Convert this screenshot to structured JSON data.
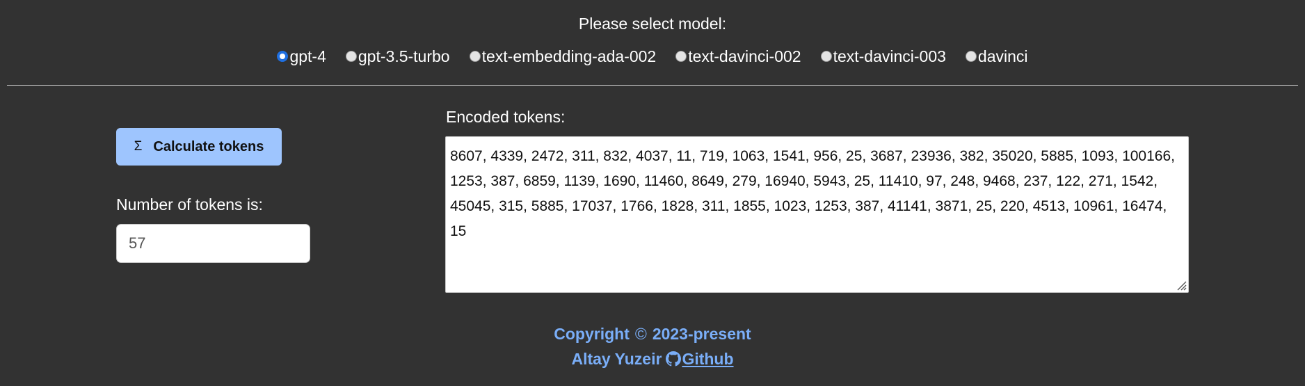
{
  "model_selector": {
    "heading": "Please select model:",
    "options": [
      {
        "label": "gpt-4",
        "selected": true
      },
      {
        "label": "gpt-3.5-turbo",
        "selected": false
      },
      {
        "label": "text-embedding-ada-002",
        "selected": false
      },
      {
        "label": "text-davinci-002",
        "selected": false
      },
      {
        "label": "text-davinci-003",
        "selected": false
      },
      {
        "label": "davinci",
        "selected": false
      }
    ]
  },
  "controls": {
    "calculate_button": {
      "icon": "Σ",
      "label": "Calculate tokens"
    },
    "count_label": "Number of tokens is:",
    "count_value": "57"
  },
  "tokens": {
    "label": "Encoded tokens:",
    "value": "8607, 4339, 2472, 311, 832, 4037, 11, 719, 1063, 1541, 956, 25, 3687, 23936, 382, 35020, 5885, 1093, 100166, 1253, 387, 6859, 1139, 1690, 11460, 8649, 279, 16940, 5943, 25, 11410, 97, 248, 9468, 237, 122, 271, 1542, 45045, 315, 5885, 17037, 1766, 1828, 311, 1855, 1023, 1253, 387, 41141, 3871, 25, 220, 4513, 10961, 16474, 15"
  },
  "footer": {
    "copyright_prefix": "Copyright",
    "copyright_symbol": "©",
    "copyright_years": "2023-present",
    "author": "Altay Yuzeir",
    "github_label": "Github"
  },
  "colors": {
    "background": "#323232",
    "button": "#9ec5fe",
    "footer_text": "#7aaef8",
    "radio_selected": "#1f6fe0"
  }
}
